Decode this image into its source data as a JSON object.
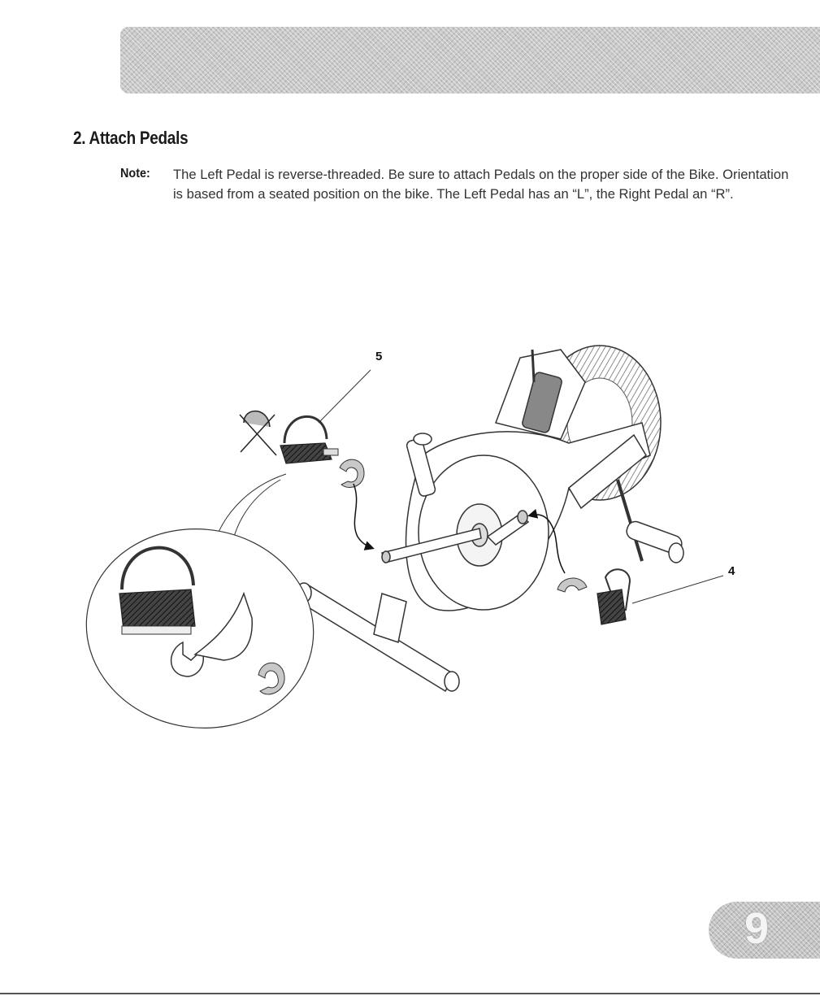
{
  "section": {
    "heading": "2. Attach Pedals"
  },
  "note": {
    "label": "Note:",
    "text": "The Left Pedal is reverse-threaded. Be sure to attach Pedals on the proper side of the Bike. Orientation is based from a seated position on the bike. The Left Pedal has an “L”, the Right Pedal an “R”."
  },
  "callouts": {
    "left_pedal": "5",
    "right_pedal": "4"
  },
  "footer": {
    "page_number": "9"
  }
}
